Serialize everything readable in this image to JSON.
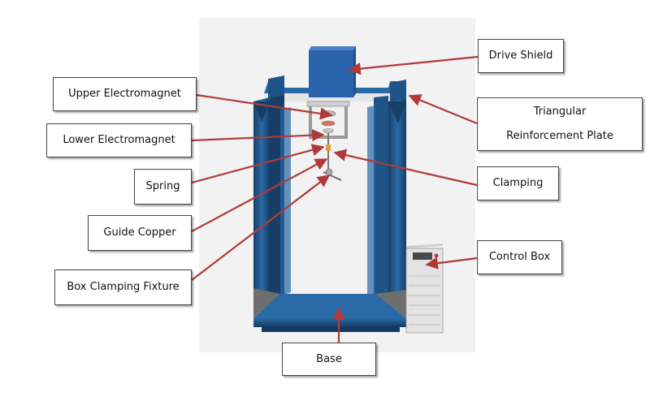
{
  "labels": {
    "drive_shield": "Drive Shield",
    "upper_electromagnet": "Upper Electromagnet",
    "lower_electromagnet": "Lower Electromagnet",
    "spring": "Spring",
    "guide_copper": "Guide Copper",
    "box_clamping_fixture": "Box Clamping Fixture",
    "triangular_plate": "Triangular Reinforcement Plate",
    "clamping": "Clamping",
    "control_box": "Control Box",
    "base": "Base"
  },
  "colors": {
    "frame_blue": "#1f5487",
    "frame_dark": "#163e66",
    "frame_light": "#2a6aa6",
    "box_blue": "#2c63ad",
    "arrow_red": "#b03a3a",
    "gray_plate": "#6e6e6e",
    "background_panel": "#f2f2f2"
  }
}
